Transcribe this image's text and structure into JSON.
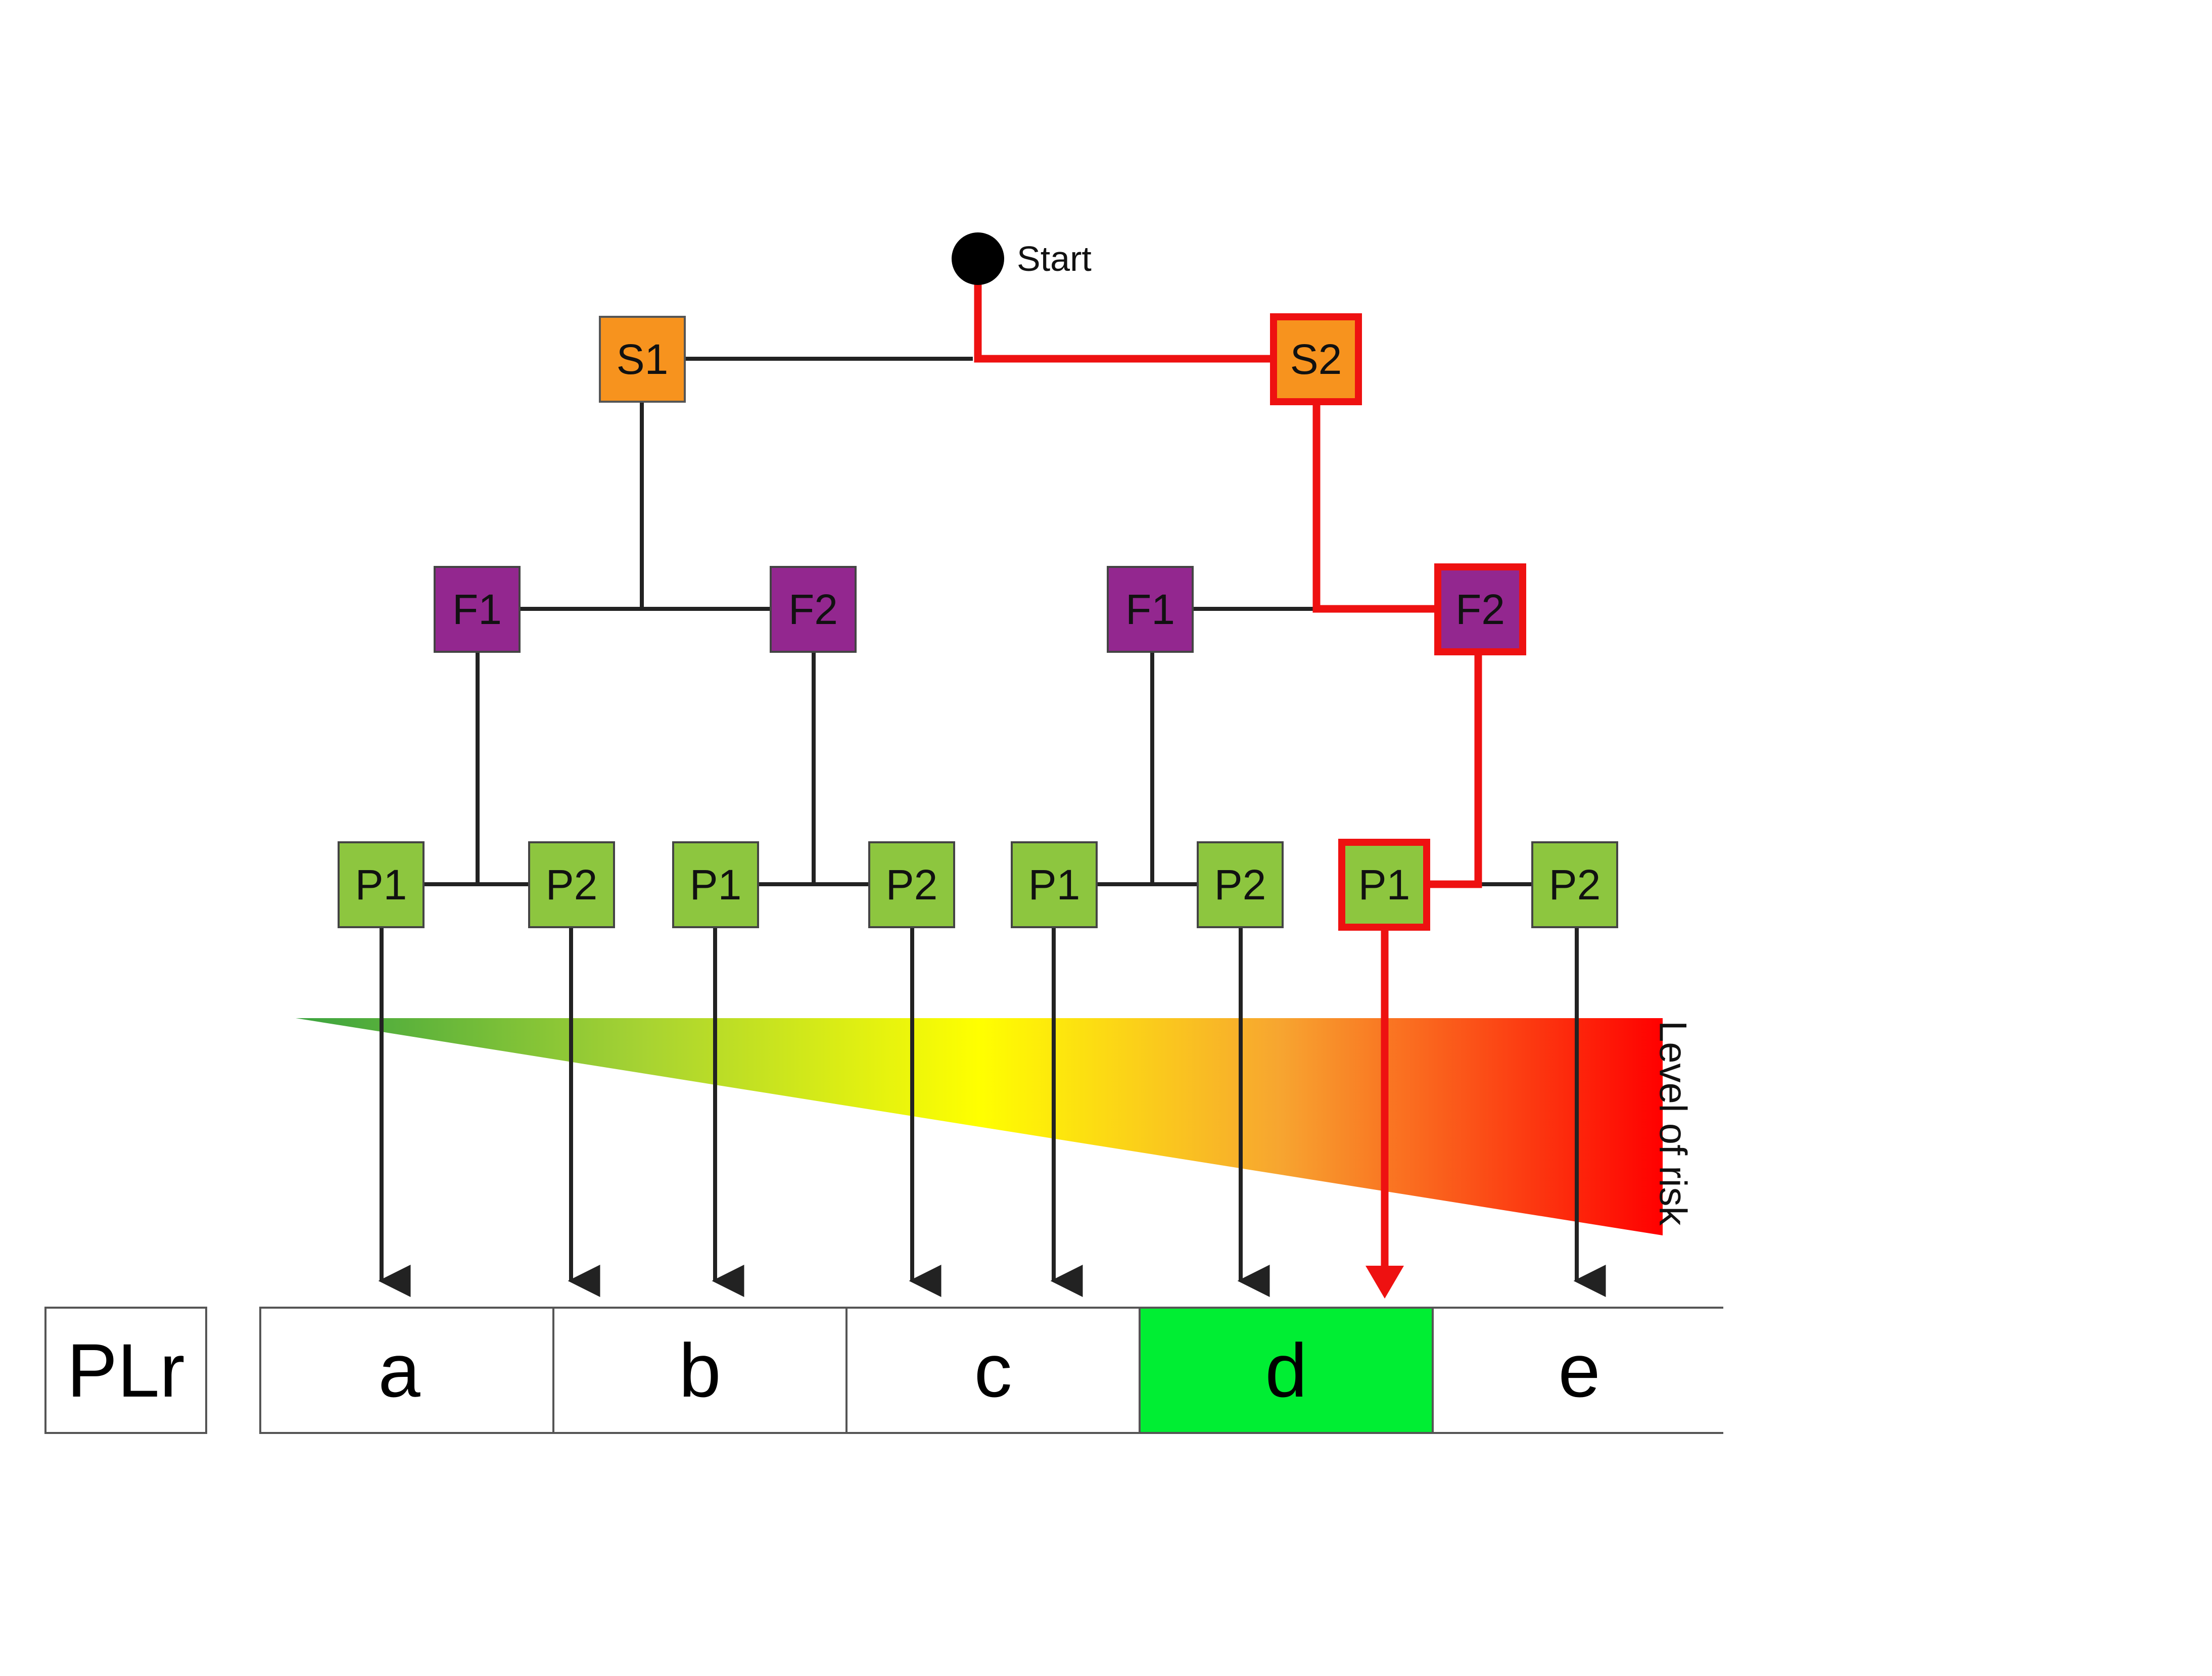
{
  "start": {
    "label": "Start"
  },
  "colors": {
    "severity": "#f7931e",
    "frequency": "#93278f",
    "possibility": "#8dc63f",
    "path_highlight": "#ee1111",
    "selected_level": "#00ee33",
    "gradient": [
      "#3aa33f",
      "#ffff00",
      "#ff0000"
    ]
  },
  "severity": {
    "s1": "S1",
    "s2": "S2"
  },
  "frequency": {
    "s1_f1": "F1",
    "s1_f2": "F2",
    "s2_f1": "F1",
    "s2_f2": "F2"
  },
  "possibility": {
    "a": "P1",
    "b": "P2",
    "c": "P1",
    "d": "P2",
    "e": "P1",
    "f": "P2",
    "g": "P1",
    "h": "P2"
  },
  "highlighted_path": [
    "Start",
    "S2",
    "F2",
    "P1",
    "d"
  ],
  "risk_label": "Level of risk",
  "plr": {
    "label": "PLr",
    "levels": [
      "a",
      "b",
      "c",
      "d",
      "e"
    ],
    "selected": "d"
  }
}
